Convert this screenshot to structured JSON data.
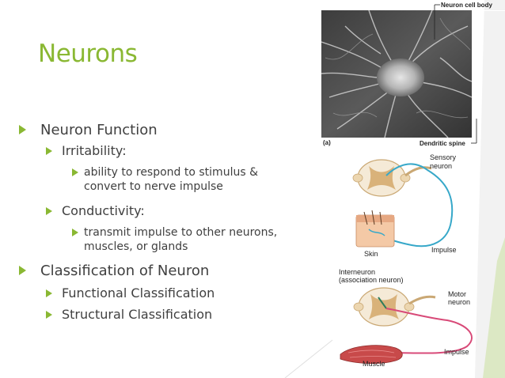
{
  "slide": {
    "title": "Neurons",
    "bullets": [
      {
        "text": "Neuron Function"
      },
      {
        "text": "Irritability:"
      },
      {
        "text1": "ability to respond to stimulus &",
        "text2": "convert to nerve impulse"
      },
      {
        "text": "Conductivity:"
      },
      {
        "text1": "transmit impulse to other neurons,",
        "text2": "muscles, or glands"
      },
      {
        "text": "Classification of Neuron"
      },
      {
        "text": "Functional Classification"
      },
      {
        "text": "Structural Classification"
      }
    ]
  },
  "figure": {
    "photo_callout": "Neuron cell body",
    "photo_label": "(a)",
    "photo_callout2": "Dendritic spine",
    "sensory": "Sensory",
    "neuron": "neuron",
    "skin": "Skin",
    "impulse1": "Impulse",
    "interneuron": "Interneuron",
    "association": "(association neuron)",
    "motor": "Motor",
    "motor_neuron": "neuron",
    "impulse2": "Impulse",
    "muscle": "Muscle"
  },
  "colors": {
    "accent": "#8ab833",
    "text": "#404040",
    "sensory_path": "#37a8c9",
    "motor_path": "#d84a78"
  }
}
